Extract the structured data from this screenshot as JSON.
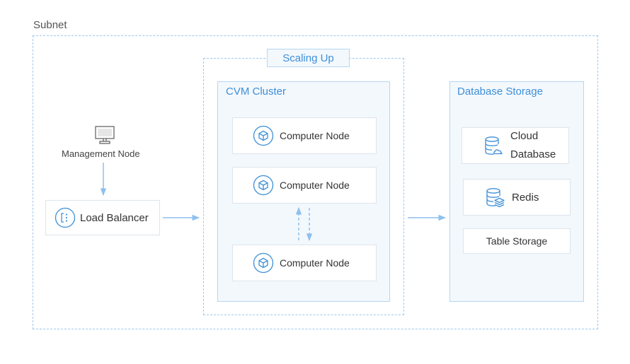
{
  "subnet": {
    "label": "Subnet"
  },
  "scaling": {
    "label": "Scaling Up"
  },
  "cvm_cluster": {
    "title": "CVM Cluster",
    "nodes": [
      {
        "label": "Computer Node",
        "icon": "cube-icon"
      },
      {
        "label": "Computer Node",
        "icon": "cube-icon"
      },
      {
        "label": "Computer Node",
        "icon": "cube-icon"
      }
    ]
  },
  "management": {
    "label": "Management Node",
    "icon": "monitor-icon"
  },
  "load_balancer": {
    "label": "Load Balancer",
    "icon": "load-balancer-icon"
  },
  "database_storage": {
    "title": "Database Storage",
    "items": [
      {
        "label_line1": "Cloud",
        "label_line2": "Database",
        "icon": "cloud-database-icon"
      },
      {
        "label": "Redis",
        "icon": "redis-icon"
      },
      {
        "label": "Table Storage"
      }
    ]
  },
  "colors": {
    "accent": "#3d8fd8",
    "arrow": "#8ec0ee",
    "panel_fill": "#f3f8fd",
    "panel_border": "#b6d6f2",
    "dashed_border": "#9cc8ef"
  }
}
